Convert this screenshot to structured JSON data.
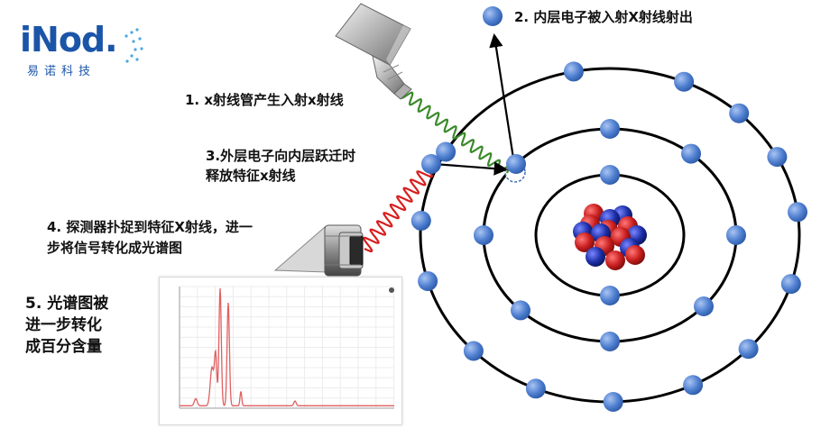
{
  "logo": {
    "brand": "iNod.",
    "sub": "易诺科技",
    "color": "#1b55a8"
  },
  "labels": {
    "step1": "1. x射线管产生入射x射线",
    "step2": "2. 内层电子被入射X射线射出",
    "step3_line1": "3.外层电子向内层跃迁时",
    "step3_line2": "释放特征x射线",
    "step4_line1": "4. 探测器扑捉到特征X射线，进一",
    "step4_line2": "步将信号转化成光谱图",
    "step5_line1": "5. 光谱图被",
    "step5_line2": "进一步转化",
    "step5_line3": "成百分含量"
  },
  "colors": {
    "electron": "#4f7fd0",
    "orbit": "#000000",
    "incident_wave": "#3a8a2a",
    "characteristic_wave": "#d81e1e",
    "proton": "#c81e1e",
    "neutron": "#1d2fa8",
    "spectrum_line": "#e06060"
  },
  "icons": {
    "tube": "x-ray-tube-icon",
    "detector": "detector-icon",
    "nucleus": "atomic-nucleus-icon"
  }
}
